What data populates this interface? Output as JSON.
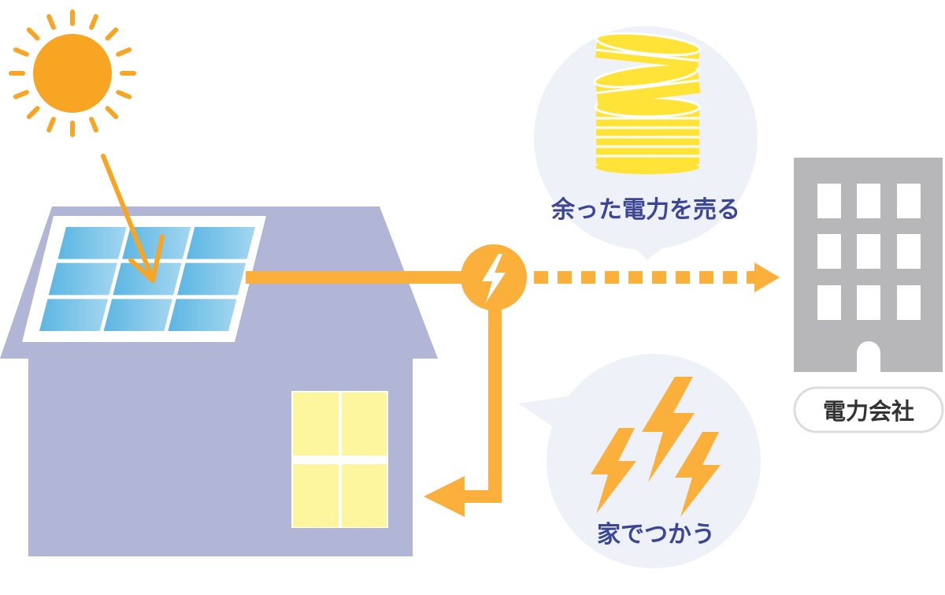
{
  "labels": {
    "sell_surplus": "余った電力を売る",
    "use_at_home": "家でつかう",
    "power_company": "電力会社"
  },
  "colors": {
    "sun": "#f9a524",
    "flow": "#fbb03b",
    "house_body": "#b1b5d6",
    "window": "#fef59f",
    "panel_light": "#a3d6f0",
    "panel_dark": "#5bb6e3",
    "building": "#b7b7b9",
    "bubble": "#eef2f8",
    "coin": "#ffe437",
    "text": "#3b4796"
  },
  "icons": {
    "sun": "sun-icon",
    "meter": "lightning-bolt-icon",
    "coins": "coin-stack-icon",
    "lightning": "lightning-bolt-icon",
    "building": "office-building-icon"
  }
}
